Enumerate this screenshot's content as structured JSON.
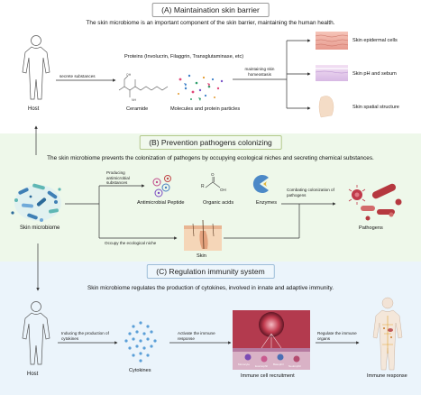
{
  "section_a": {
    "header": "(A)  Maintaination skin barrier",
    "description": "The skin microbiome is an important component of the skin barrier, maintaining the human health.",
    "host_label": "Host",
    "secrete_label": "secrete substances",
    "proteins_label": "Proteins (Involucrin, Filaggrin, Transglutaminase, etc)",
    "ceramide_label": "Ceramide",
    "molecules_label": "Molecules and protein particles",
    "homeostasis_label": "maintaining skin homeostasis",
    "outcomes": [
      "Skin epidermal cells",
      "Skin pH and sebum",
      "Skin spatial structure"
    ]
  },
  "section_b": {
    "header": "(B)  Prevention pathogens colonizing",
    "description": "The skin microbiome prevents the colonization of pathogens by occupying ecological niches and secreting chemical substances.",
    "microbiome_label": "Skin microbiome",
    "producing_label": "Producing antimicrobial substances",
    "substances": [
      "Antimicrobial  Peptide",
      "Organic acids",
      "Enzymes"
    ],
    "niche_label": "Occupy the ecological niche",
    "skin_label": "Skin",
    "combating_label": "Combating colonization of pathogens",
    "pathogens_label": "Pathogens"
  },
  "section_c": {
    "header": "(C)  Regulation immunity system",
    "description": "Skin microbiome regulates the production of cytokines, involved in innate and adaptive immunity.",
    "host_label": "Host",
    "inducing_label": "Inducing the production of cytokines",
    "cytokines_label": "Cytokines",
    "activate_label": "Activate the immune response",
    "recruitment_label": "Immune cell recruitment",
    "cell_types": [
      "Monocyte",
      "Eosinophil",
      "Basophil",
      "Neutrophil"
    ],
    "regulate_label": "Regulate the immune organs",
    "response_label": "Immune response"
  },
  "colors": {
    "arrow": "#333333",
    "bacteria_blue": "#3f7fb5",
    "bacteria_teal": "#5fb7b4",
    "pathogen_red": "#b5383f",
    "cytokine_blue": "#5b9fd8"
  }
}
